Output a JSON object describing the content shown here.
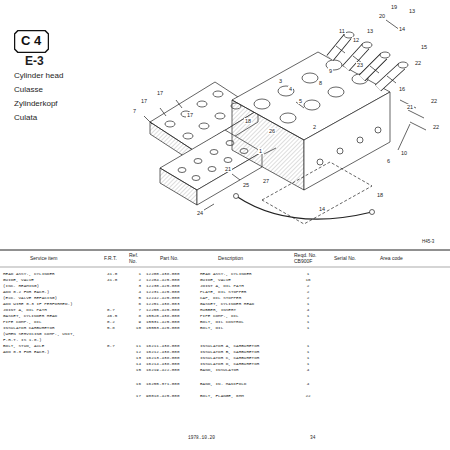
{
  "diagram": {
    "nodes": [
      {
        "text": [
          "C 4"
        ]
      }
    ],
    "labels": [
      "E-3",
      "Cylinder head",
      "Culasse",
      "Zylinderkopf",
      "Culata",
      "19",
      "20",
      "13",
      "11",
      "12",
      "13",
      "14",
      "15",
      "23",
      "22",
      "16",
      "22",
      "21",
      "22",
      "10",
      "6",
      "8",
      "9",
      "5",
      "4",
      "3",
      "2",
      "26",
      "1",
      "18",
      "27",
      "21",
      "25",
      "24",
      "7",
      "17",
      "17",
      "17",
      "14",
      "18",
      "H45-3",
      "Service item",
      "F.R.T.",
      "Ref. No.",
      "Part No.",
      "Description",
      "Reqd. No. CB900F",
      "Serial No.",
      "Area code",
      "HEAD ASSY., CYLINDER",
      "GUIDE, VALVE",
      "(INC. REAMING)",
      "ADD 0.2 FOR EACH.)",
      "(EXC. VALVE REFACING)",
      "ADD WIRE 0.3 IF PERFORMED.)",
      "JOINT A, OIL PATH",
      "GASKET, CYLINDER HEAD",
      "PIPE COMP., OIL",
      "INSULATOR CARBURETOR",
      "(WHEN SERVICING COMP., UNIT,",
      "F.R.T. IS 1.0.)",
      "BOLT, STUD, AXLE",
      "ADD 0.3 FOR EACH.)",
      "41.0",
      "41.0",
      "0.7",
      "46.5",
      "0.2",
      "5.8",
      "0.7",
      "1",
      "12200-438-000",
      "HEAD ASSY., CYLINDER",
      "1",
      "2",
      "12204-425-000",
      "GUIDE, VALVE",
      "16",
      "3",
      "12230-425-000",
      "JOINT A, OIL PATH",
      "2",
      "4",
      "12231-425-000",
      "PLATE, OIL STOPPER",
      "2",
      "5",
      "12242-425-000",
      "CAP, OIL STOPPER",
      "2",
      "6",
      "12251-438-003",
      "GASKET, CYLINDER HEAD",
      "1",
      "7",
      "12255-425-000",
      "RUBBER, INSERT",
      "4",
      "8",
      "15520-438-000",
      "PIPE COMP., OIL",
      "1",
      "9",
      "15531-425-000",
      "BOLT, OIL CONTROL",
      "1",
      "10",
      "15553-425-000",
      "BOLT, OIL",
      "1",
      "11",
      "16211-438-000",
      "INSULATOR A, CARBURETOR",
      "1",
      "12",
      "16212-438-000",
      "INSULATOR B, CARBURETOR",
      "1",
      "13",
      "16213-438-000",
      "INSULATOR C, CARBURETOR",
      "1",
      "14",
      "16214-438-000",
      "INSULATOR D, CARBURETOR",
      "1",
      "15",
      "16219-422-000",
      "BAND, INSULATOR",
      "4",
      "16",
      "16255-371-000",
      "BAND, IN. MANIFOLD",
      "4",
      "17",
      "90018-425-000",
      "BOLT, FLANGE, 6MM",
      "22",
      "1978.10.20",
      "34"
    ]
  }
}
